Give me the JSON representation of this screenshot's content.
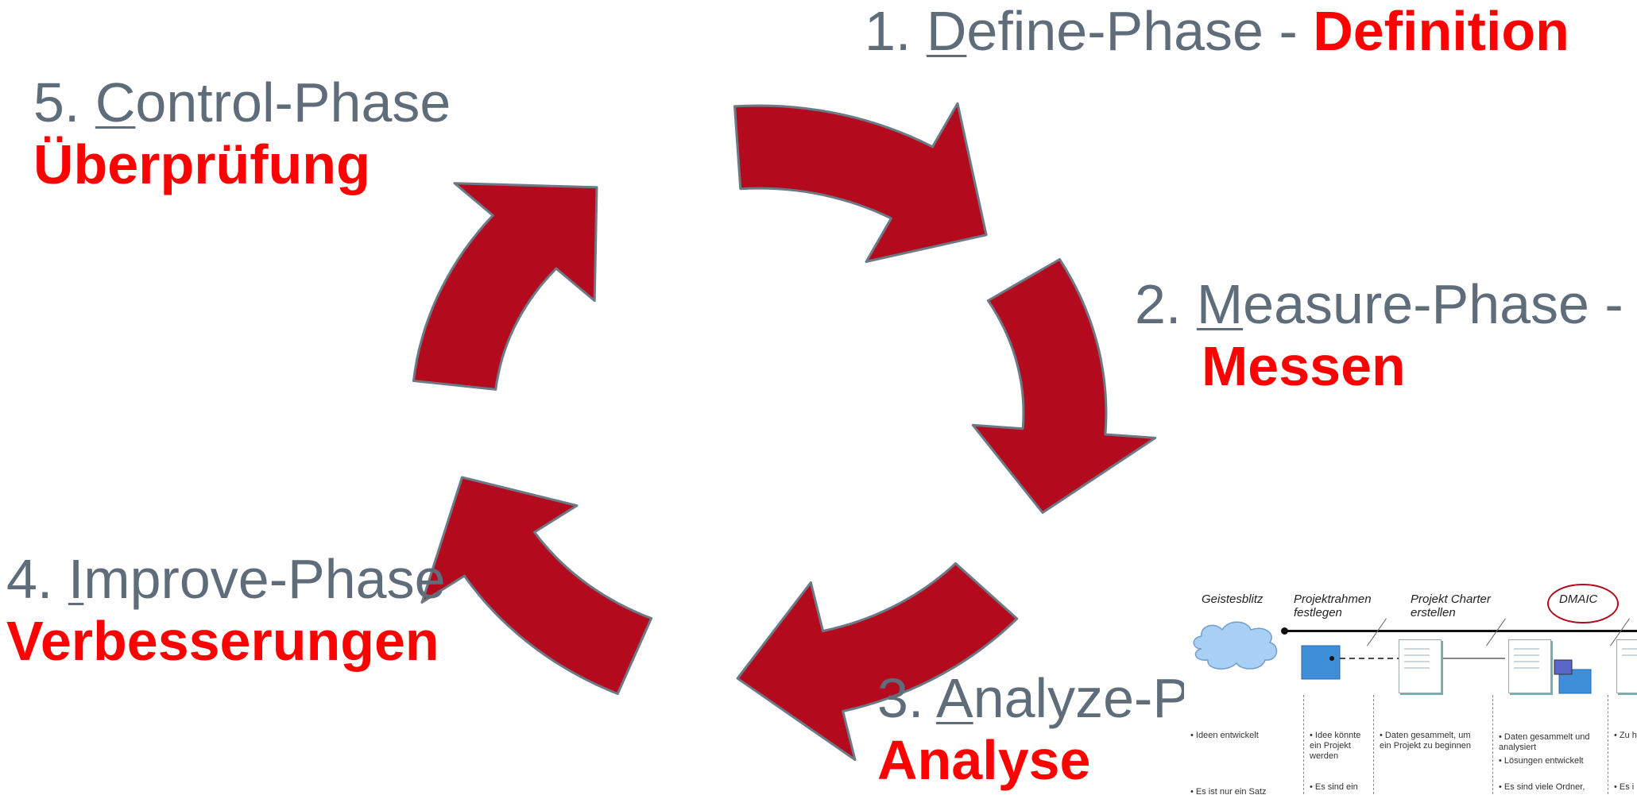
{
  "cycle_colors": {
    "arrow_fill": "#b30a1d",
    "arrow_stroke": "#6b7a86",
    "phase_text": "#5f6d7b",
    "phase_translation": "#ff0000"
  },
  "phases": [
    {
      "number": "1.",
      "initial": "D",
      "rest": "efine-Phase -",
      "translation": "Definition"
    },
    {
      "number": "2.",
      "initial": "M",
      "rest": "easure-Phase -",
      "translation": "Messen"
    },
    {
      "number": "3.",
      "initial": "A",
      "rest": "nalyze-Phase",
      "translation": "Analyse"
    },
    {
      "number": "4.",
      "initial": "I",
      "rest": "mprove-Phase",
      "translation": "Verbesserungen"
    },
    {
      "number": "5.",
      "initial": "C",
      "rest": "ontrol-Phase",
      "translation": "Überprüfung"
    }
  ],
  "thumbnail": {
    "headers": [
      "Geistesblitz",
      "Projektrahmen festlegen",
      "Projekt Charter erstellen",
      "DMAIC"
    ],
    "row1": [
      "• Ideen entwickelt",
      "• Idee könnte ein Projekt werden",
      "• Daten gesammelt, um ein Projekt zu beginnen",
      "• Daten gesammelt und analysiert",
      "• Lösungen entwickelt",
      "• Zu hi"
    ],
    "row2": [
      "• Es ist nur ein Satz",
      "• Es sind ein",
      "• Es sind viele Ordner,",
      "• Es i"
    ]
  }
}
